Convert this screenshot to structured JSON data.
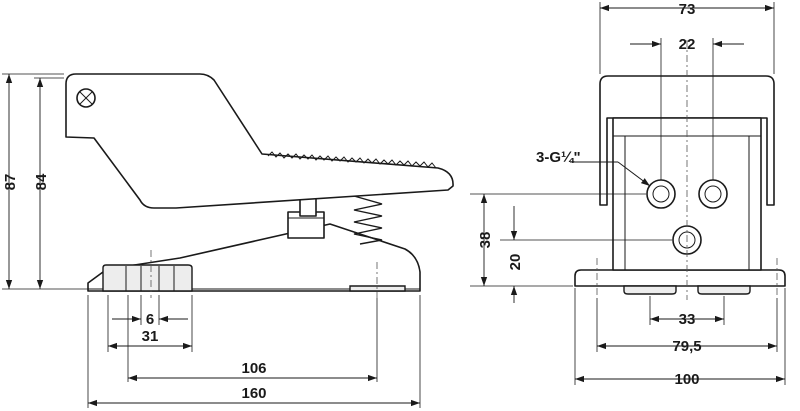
{
  "drawing": {
    "side_view": {
      "dimensions": {
        "total_length": "160",
        "base_hole_spacing": "106",
        "pad_width": "31",
        "slot_width": "6",
        "total_height": "87",
        "pedal_height": "84"
      }
    },
    "front_view": {
      "dimensions": {
        "body_width": "73",
        "port_spacing_upper": "22",
        "port_spacing_lower": "33",
        "mount_hole_spacing": "79,5",
        "base_width": "100",
        "port_height_upper": "38",
        "port_height_lower": "20"
      },
      "port_label": "3-G¼\""
    }
  }
}
